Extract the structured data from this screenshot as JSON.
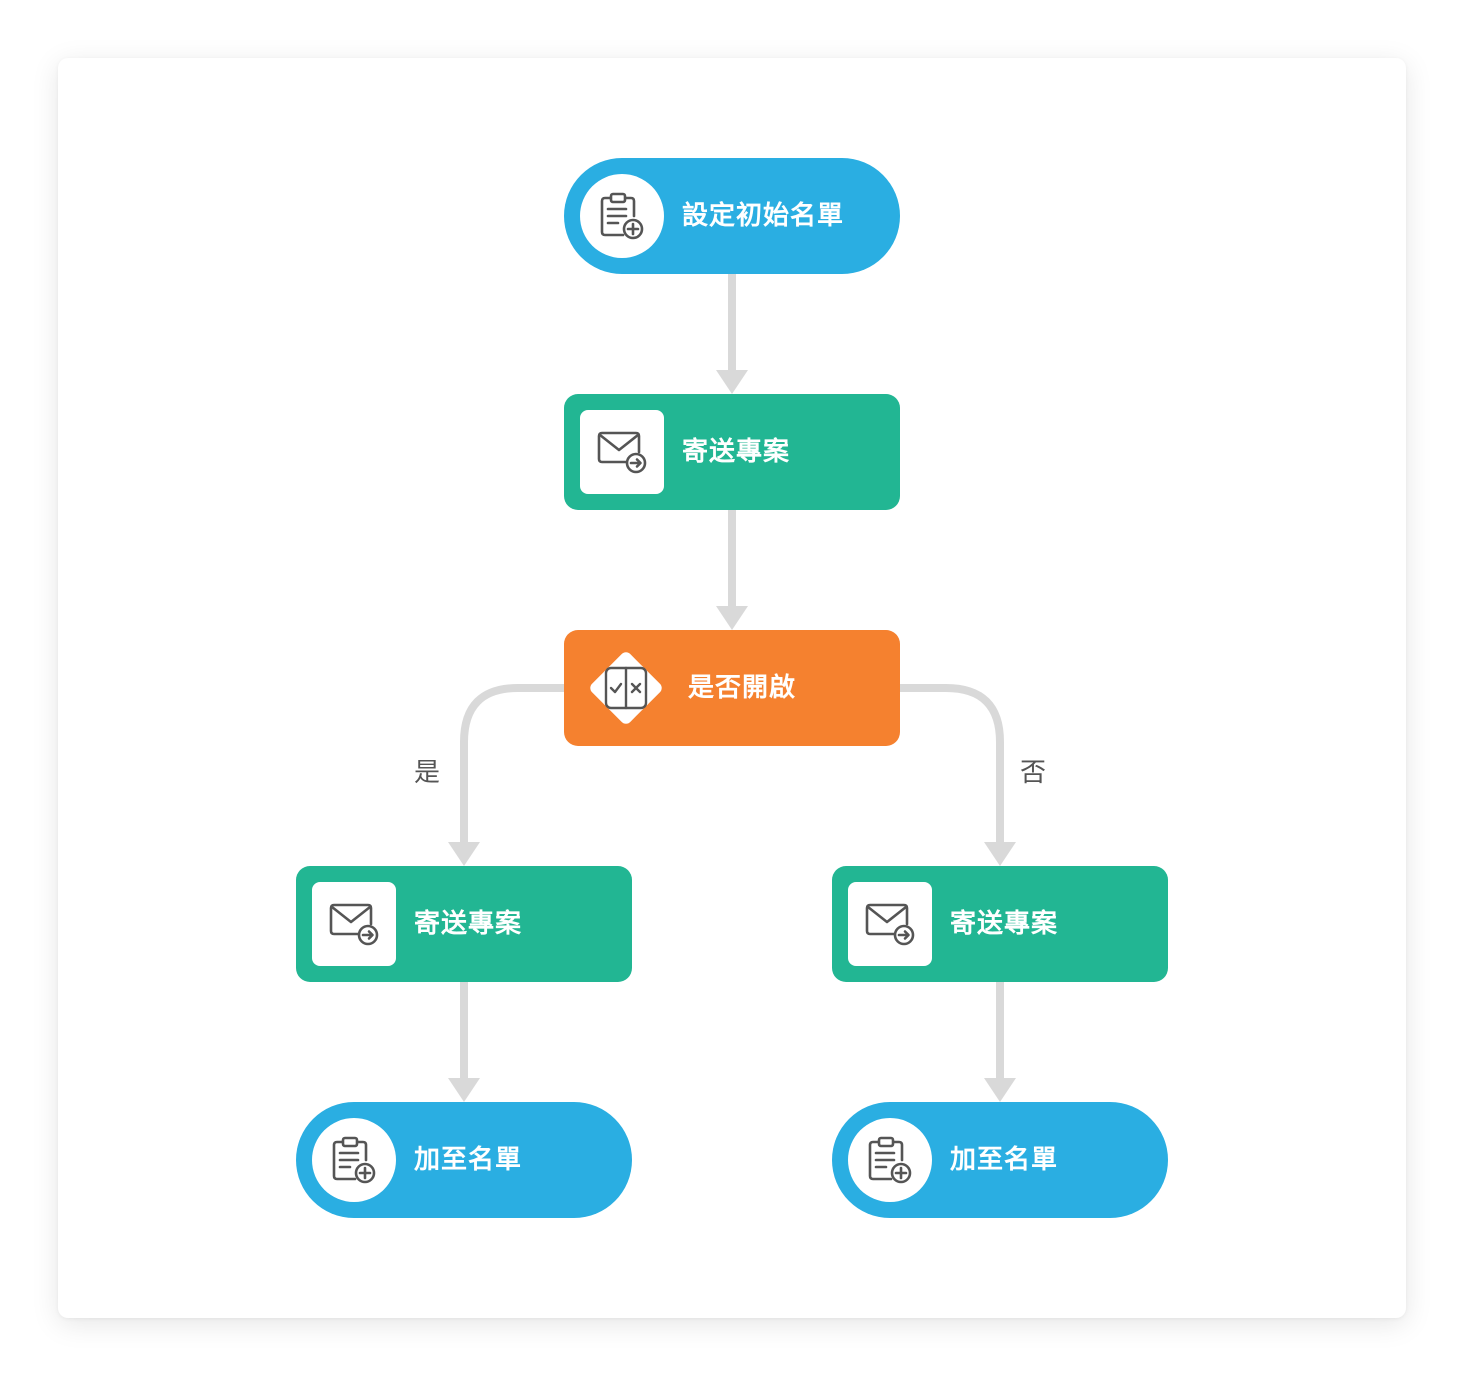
{
  "colors": {
    "list_node": "#2AAEE2",
    "email_node": "#22B693",
    "decision_node": "#F5812F",
    "connector": "#D9D9D9",
    "icon_stroke": "#555555"
  },
  "nodes": {
    "start": {
      "label": "設定初始名單",
      "icon": "clipboard-add-icon"
    },
    "send_email": {
      "label": "寄送專案",
      "icon": "mail-send-icon"
    },
    "decision": {
      "label": "是否開啟",
      "icon": "check-cross-icon"
    },
    "yes_send_email": {
      "label": "寄送專案",
      "icon": "mail-send-icon"
    },
    "no_send_email": {
      "label": "寄送專案",
      "icon": "mail-send-icon"
    },
    "yes_add_list": {
      "label": "加至名單",
      "icon": "clipboard-add-icon"
    },
    "no_add_list": {
      "label": "加至名單",
      "icon": "clipboard-add-icon"
    }
  },
  "branches": {
    "yes": "是",
    "no": "否"
  }
}
